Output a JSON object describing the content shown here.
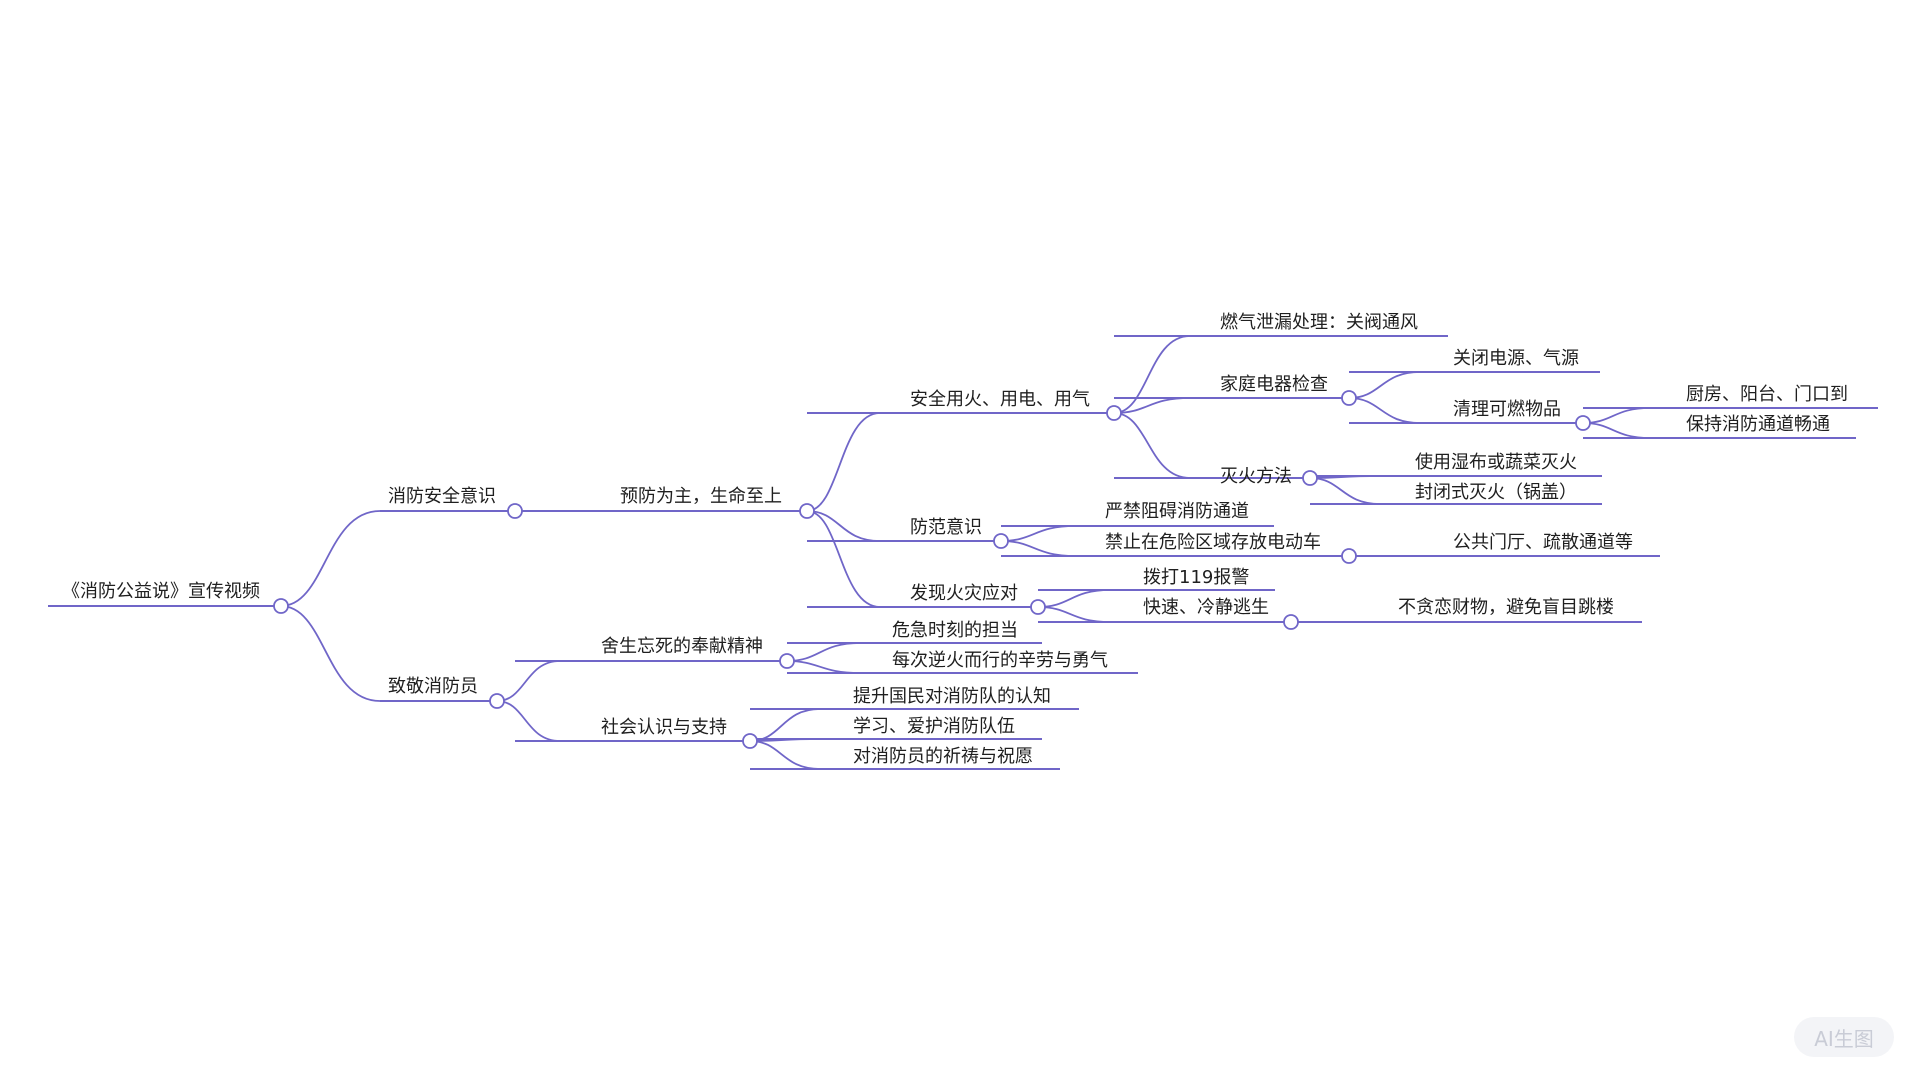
{
  "mindmap": {
    "line_color": "#7066c8",
    "node_fill": "#ffffff",
    "root": "《消防公益说》宣传视频",
    "nodes": {
      "xiaofang_anquan": "消防安全意识",
      "zhijing": "致敬消防员",
      "yufang": "预防为主，生命至上",
      "anquan_yonghuo": "安全用火、用电、用气",
      "fangfan": "防范意识",
      "faxian": "发现火灾应对",
      "ranqi": "燃气泄漏处理：关阀通风",
      "jiating": "家庭电器检查",
      "miehuo": "灭火方法",
      "guanbi": "关闭电源、气源",
      "qingli": "清理可燃物品",
      "chufang": "厨房、阳台、门口到",
      "baochi": "保持消防通道畅通",
      "shiyong": "使用湿布或蔬菜灭火",
      "fengbi": "封闭式灭火（锅盖）",
      "yanjin": "严禁阻碍消防通道",
      "jinzhi": "禁止在危险区域存放电动车",
      "gonggong": "公共门厅、疏散通道等",
      "boda": "拨打119报警",
      "kuaisu": "快速、冷静逃生",
      "butan": "不贪恋财物，避免盲目跳楼",
      "sheshen": "舍生忘死的奉献精神",
      "shehui": "社会认识与支持",
      "weiji": "危急时刻的担当",
      "meici": "每次逆火而行的辛劳与勇气",
      "tisheng": "提升国民对消防队的认知",
      "xuexi": "学习、爱护消防队伍",
      "dui": "对消防员的祈祷与祝愿"
    }
  },
  "watermark": {
    "label": "AI生图"
  }
}
